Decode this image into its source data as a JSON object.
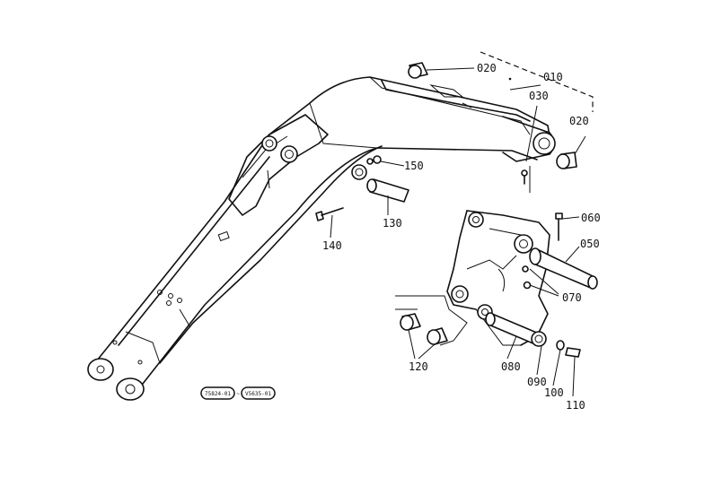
{
  "callouts": {
    "p010": "010",
    "p020a": "020",
    "p020b": "020",
    "p030": "030",
    "p050": "050",
    "p060": "060",
    "p070": "070",
    "p080": "080",
    "p090": "090",
    "p100": "100",
    "p110": "110",
    "p120": "120",
    "p130": "130",
    "p140": "140",
    "p150": "150"
  },
  "serial_badges": {
    "from": "75824-01",
    "to": "V5635-01",
    "separator": "~"
  }
}
